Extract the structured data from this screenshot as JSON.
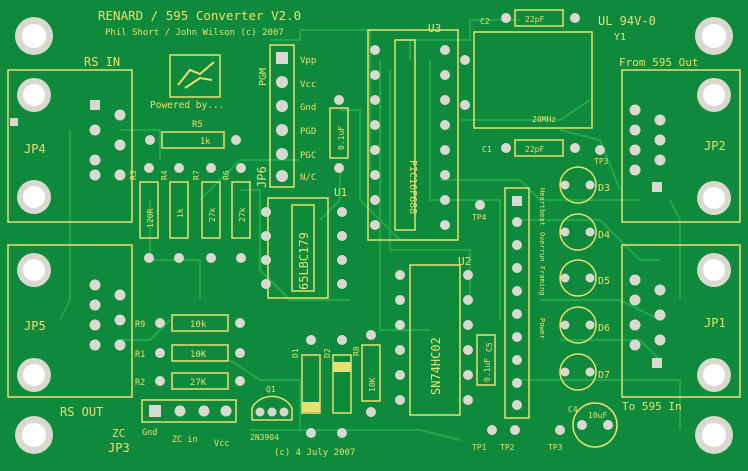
{
  "colors": {
    "board": "#0f8a3c",
    "board_dark": "#0a6e2f",
    "trace": "#1fa64a",
    "silk": "#e8e070",
    "pad": "#d9d9d0",
    "hole": "#ffffff"
  },
  "silkscreen": {
    "title": "RENARD / 595 Converter  V2.0",
    "authors": "Phil Short / John Wilson (c) 2007",
    "powered_by": "Powered by...",
    "rating": "UL 94V-0",
    "date": "(c) 4 July 2007",
    "rs_in": "RS IN",
    "rs_out": "RS OUT",
    "from_595": "From 595 Out",
    "to_595": "To 595 In",
    "pgm": "PGM",
    "pgm_pins": [
      "Vpp",
      "Vcc",
      "Gnd",
      "PGD",
      "PGC",
      "N/C"
    ],
    "connectors": {
      "jp1": "JP1",
      "jp2": "JP2",
      "jp3": "JP3",
      "jp4": "JP4",
      "jp5": "JP5",
      "jp6": "JP6"
    },
    "zc": {
      "label": "ZC",
      "gnd": "Gnd",
      "zc_in": "ZC in",
      "vcc": "Vcc"
    },
    "chips": {
      "u1": "U1",
      "u1_part": "65LBC179",
      "u2": "U2",
      "u2_part": "SN74HC02",
      "u3": "U3",
      "u3_part": "PIC16F688"
    },
    "crystal": {
      "ref": "Y1",
      "freq": "20MHz"
    },
    "caps": {
      "c1": "C1",
      "c1_val": "22pF",
      "c2": "C2",
      "c2_val": "22pF",
      "c4": "C4",
      "c4_val": "10uF",
      "c5": "C5",
      "c5_val": "0.1uF",
      "c6_val": "0.1uF"
    },
    "resistors": {
      "r1": "R1",
      "r1_val": "10K",
      "r2": "R2",
      "r2_val": "27K",
      "r3": "R3",
      "r3_val": "120R",
      "r4": "R4",
      "r4_val": "1k",
      "r5": "R5",
      "r5_val": "1k",
      "r6": "R6",
      "r6_val": "27k",
      "r7": "R7",
      "r7_val": "27k",
      "r8": "R8",
      "r8_val": "10K",
      "r9": "R9",
      "r9_val": "10k"
    },
    "diodes": {
      "d1": "D1",
      "d2": "D2"
    },
    "leds": {
      "d3": "D3",
      "d4": "D4",
      "d5": "D5",
      "d6": "D6",
      "d7": "D7"
    },
    "led_labels": {
      "heartbeat": "Heartbeat",
      "overrun": "Overrun",
      "framing": "Framing",
      "power": "Power"
    },
    "transistor": {
      "ref": "Q1",
      "part": "2N3904"
    },
    "test_points": {
      "tp1": "TP1",
      "tp2": "TP2",
      "tp3": "TP3",
      "tp4": "TP4",
      "tp_top": "TP3"
    }
  }
}
